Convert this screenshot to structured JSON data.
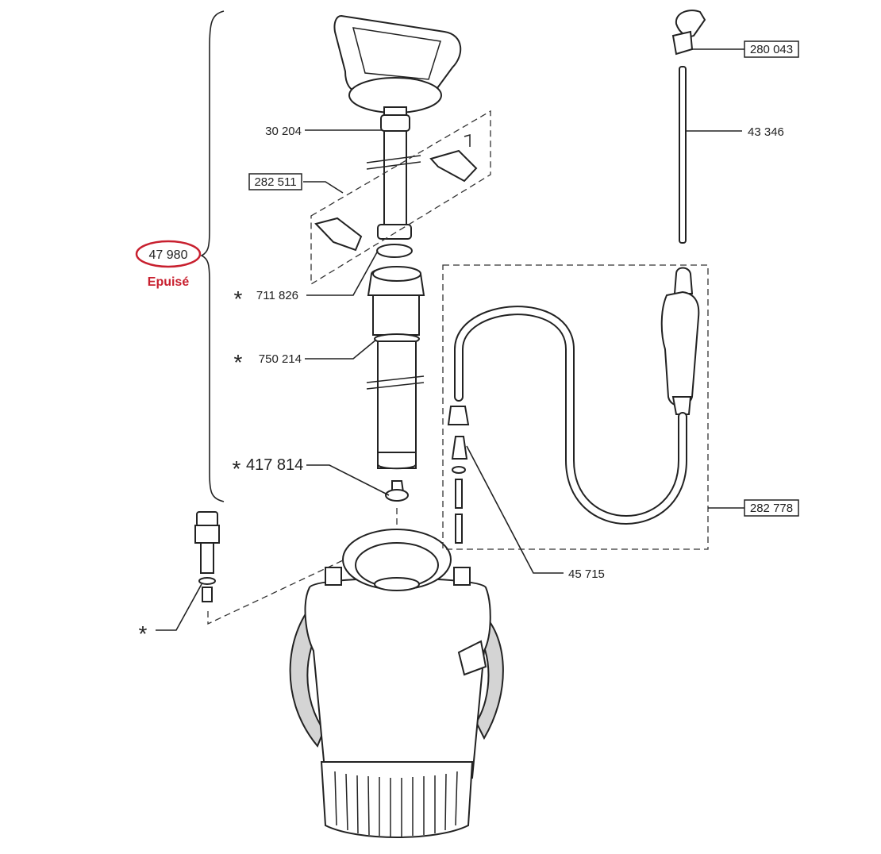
{
  "labels": {
    "group_ref": "47 980",
    "group_status": "Epuisé",
    "handle_rod": "30 204",
    "clip_set": "282 511",
    "oring_top": "711 826",
    "oring_cylinder": "750 214",
    "valve": "417 814",
    "nozzle": "280 043",
    "lance": "43 346",
    "hose_set": "282 778",
    "connector": "45 715"
  },
  "symbols": {
    "asterisk": "*"
  },
  "colors": {
    "highlight": "#c8202f",
    "line": "#222222",
    "shade": "#d4d4d4"
  }
}
